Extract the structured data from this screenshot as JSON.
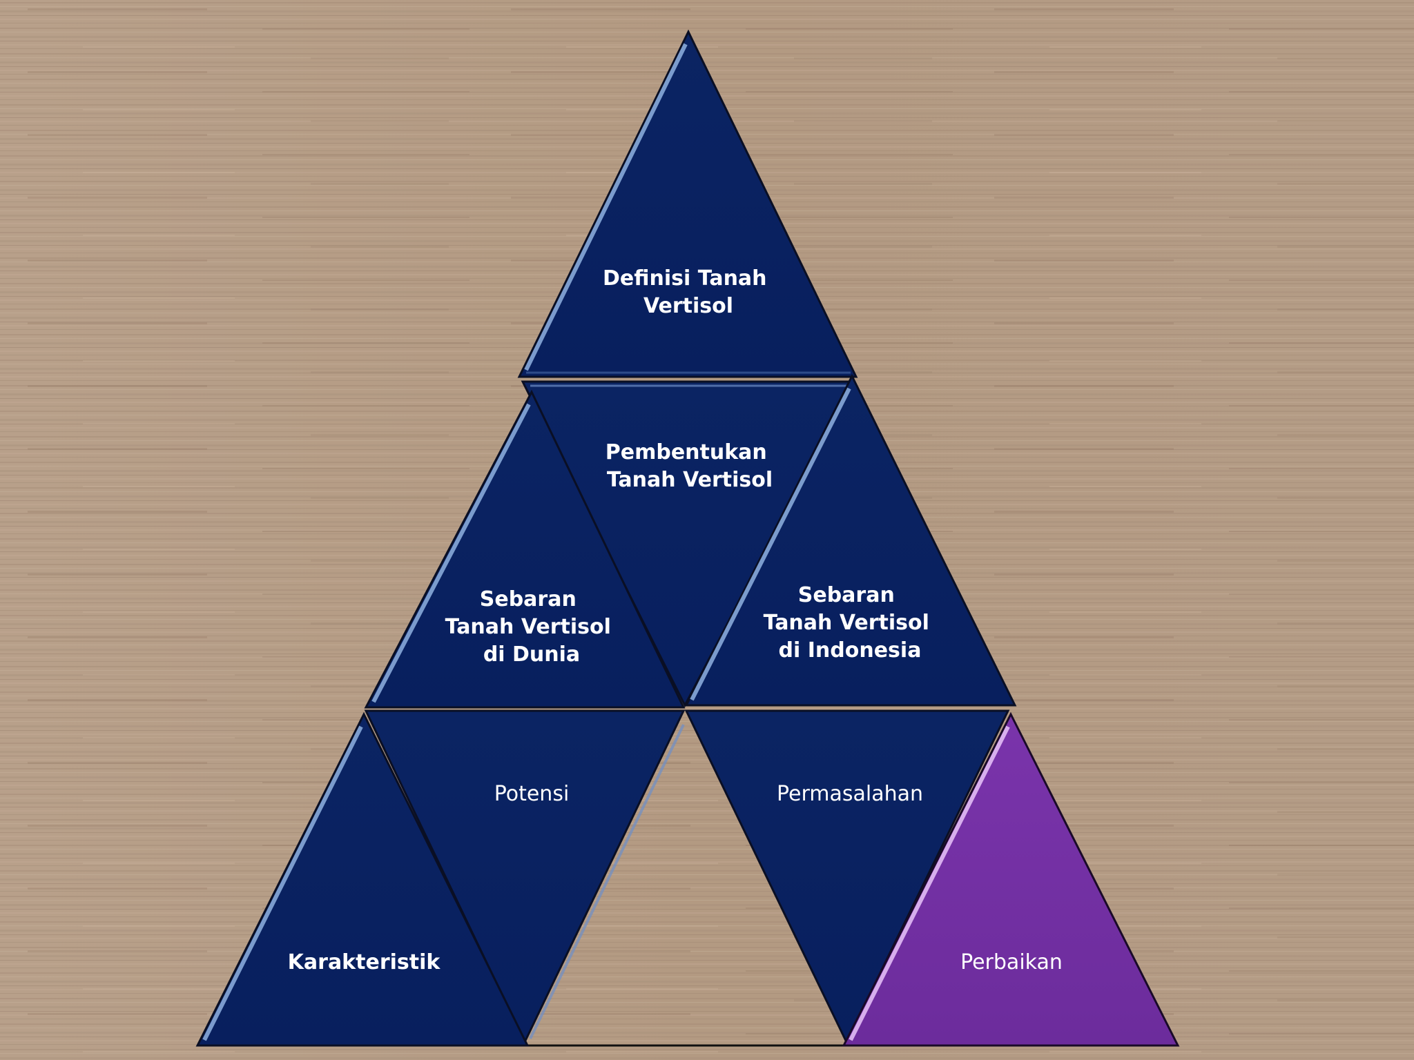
{
  "diagram": {
    "background_color": "#b59a82",
    "tile_color": "#0a2262",
    "highlight_color": "#7330a3",
    "tiles": [
      {
        "id": "definisi",
        "lines": [
          "Definisi Tanah",
          "Vertisol"
        ],
        "bold": true,
        "highlighted": false
      },
      {
        "id": "pembentukan",
        "lines": [
          "Pembentukan",
          "Tanah Vertisol"
        ],
        "bold": true,
        "highlighted": false
      },
      {
        "id": "sebaran-dunia",
        "lines": [
          "Sebaran",
          "Tanah Vertisol",
          "di Dunia"
        ],
        "bold": true,
        "highlighted": false
      },
      {
        "id": "sebaran-indonesia",
        "lines": [
          "Sebaran",
          "Tanah Vertisol",
          "di Indonesia"
        ],
        "bold": true,
        "highlighted": false
      },
      {
        "id": "potensi",
        "lines": [
          "Potensi"
        ],
        "bold": false,
        "highlighted": false
      },
      {
        "id": "permasalahan",
        "lines": [
          "Permasalahan"
        ],
        "bold": false,
        "highlighted": false
      },
      {
        "id": "karakteristik",
        "lines": [
          "Karakteristik"
        ],
        "bold": true,
        "highlighted": false
      },
      {
        "id": "perbaikan",
        "lines": [
          "Perbaikan"
        ],
        "bold": false,
        "highlighted": true
      }
    ]
  }
}
